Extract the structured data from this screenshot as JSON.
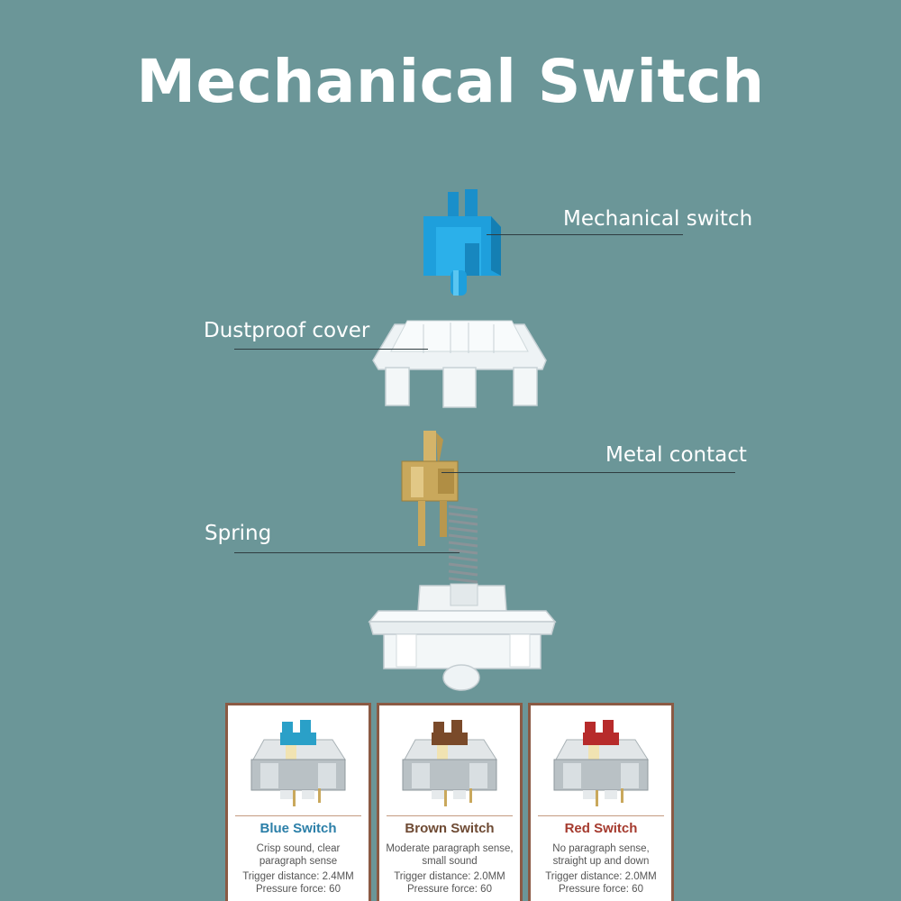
{
  "title": "Mechanical Switch",
  "parts": {
    "stem": "Mechanical switch",
    "cover": "Dustproof cover",
    "contact": "Metal contact",
    "spring": "Spring"
  },
  "cards": [
    {
      "name": "Blue Switch",
      "desc": "Crisp sound, clear paragraph sense",
      "trigger": "Trigger distance: 2.4MM",
      "pressure": "Pressure force: 60",
      "color": "#2aa0c8",
      "name_color": "#2b7fa8"
    },
    {
      "name": "Brown Switch",
      "desc": "Moderate paragraph sense, small sound",
      "trigger": "Trigger distance: 2.0MM",
      "pressure": "Pressure force: 60",
      "color": "#7a4a2a",
      "name_color": "#6e4a33"
    },
    {
      "name": "Red Switch",
      "desc": "No paragraph sense, straight up and down",
      "trigger": "Trigger distance: 2.0MM",
      "pressure": "Pressure force: 60",
      "color": "#b72b2b",
      "name_color": "#a53a2e"
    }
  ],
  "colors": {
    "background": "#6b9698",
    "stem_blue": "#1e9fdc",
    "card_border": "#8b5a44",
    "contact_gold": "#c9a85c"
  }
}
